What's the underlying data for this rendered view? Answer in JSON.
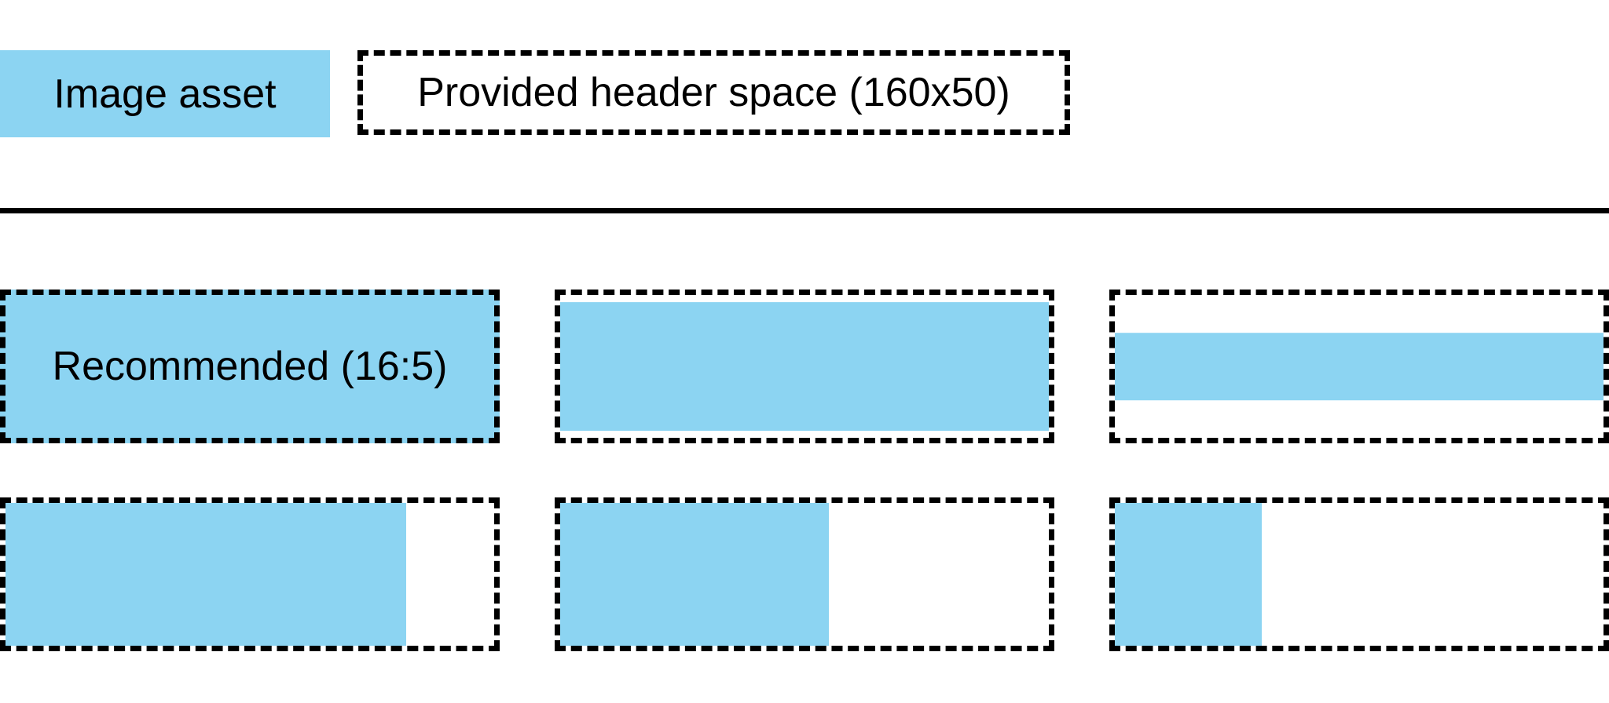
{
  "colors": {
    "asset": "#8CD4F2",
    "ink": "#000000",
    "background": "#FFFFFF"
  },
  "legend": {
    "asset_label": "Image asset",
    "header_space_label": "Provided header space (160x50)"
  },
  "diagram": {
    "recommended_label": "Recommended (16:5)",
    "rows": [
      {
        "name": "wide-assets-fill-width-centered-vertically",
        "cells": [
          {
            "kind": "filled",
            "label": "Recommended (16:5)"
          },
          {
            "kind": "hband",
            "height_pct": 90
          },
          {
            "kind": "hband",
            "height_pct": 47
          }
        ]
      },
      {
        "name": "tall-assets-fill-height-aligned-left",
        "cells": [
          {
            "kind": "vband",
            "width_pct": 82
          },
          {
            "kind": "vband",
            "width_pct": 55
          },
          {
            "kind": "vband",
            "width_pct": 30
          }
        ]
      }
    ]
  }
}
